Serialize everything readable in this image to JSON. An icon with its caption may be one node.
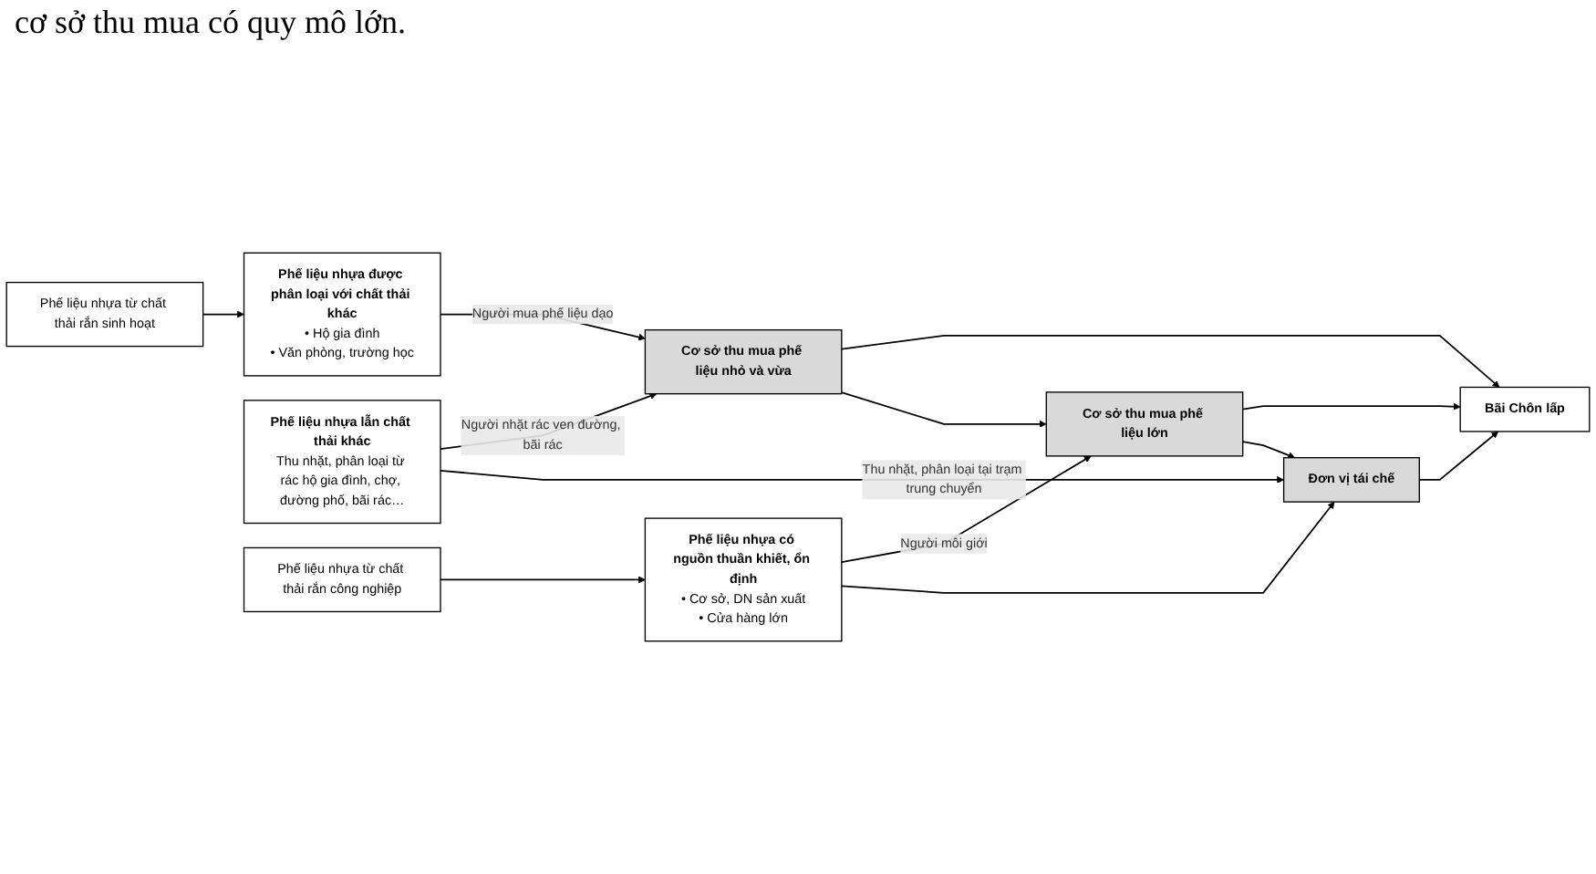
{
  "diagram": {
    "nodes": [
      {
        "text": [
          "Phế liệu nhựa từ chất thải rắn sinh hoạt"
        ]
      },
      {
        "text": [
          "Phế liệu nhựa được phân loại với chất thải khác",
          "• Hộ gia đình",
          "• Văn phòng, trường học"
        ]
      },
      {
        "text": [
          "Phế liệu nhựa lẫn chất thải khác",
          "Thu nhặt, phân loại từ rác hộ gia đình, chợ, đường phố, bãi rác…"
        ]
      },
      {
        "text": [
          "Cơ sở thu mua phế liệu nhỏ và vừa"
        ]
      },
      {
        "text": [
          "Bãi Chôn lấp"
        ]
      },
      {
        "text": [
          "Cơ sở thu mua phế liệu lớn"
        ]
      },
      {
        "text": [
          "Đơn vị tái chế"
        ]
      },
      {
        "text": [
          "Phế liệu nhựa từ chất thải rắn công nghiệp"
        ]
      },
      {
        "text": [
          "Phế liệu nhựa có nguồn thuần khiết, ổn định",
          "• Cơ sở, DN sản xuất",
          "• Cửa hàng lớn"
        ]
      }
    ],
    "edges": [
      {
        "from": 0,
        "to": 1,
        "arrow": "to"
      },
      {
        "from": 1,
        "to": 3,
        "arrow": "to",
        "label": "Người mua phế liệu dạo"
      },
      {
        "from": 2,
        "to": 3,
        "arrow": "to",
        "label": "Người nhặt rác ven đường, bãi rác"
      },
      {
        "from": 2,
        "to": 6,
        "arrow": "to",
        "label": "Thu nhặt, phân loại tại trạm trung chuyển"
      },
      {
        "from": 3,
        "to": 4,
        "arrow": "to"
      },
      {
        "from": 3,
        "to": 5,
        "arrow": "to"
      },
      {
        "from": 5,
        "to": 4,
        "arrow": "to"
      },
      {
        "from": 6,
        "to": 4,
        "arrow": "to"
      },
      {
        "from": 7,
        "to": 8,
        "arrow": "to"
      },
      {
        "from": 8,
        "to": 5,
        "arrow": "to",
        "label": "Người môi giới"
      },
      {
        "from": 5,
        "to": 6,
        "arrow": "to"
      },
      {
        "from": 8,
        "to": 6,
        "arrow": "to"
      }
    ],
    "labels": [
      "cơ sở thu mua có quy mô lớn."
    ]
  }
}
